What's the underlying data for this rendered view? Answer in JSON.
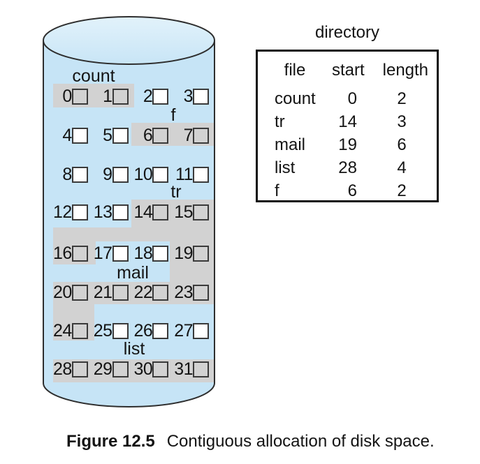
{
  "colors": {
    "disk_fill": "#c6e4f6",
    "disk_top_gradient_start": "#e2f2fb",
    "disk_top_gradient_end": "#c8e5f6",
    "allocated_gray": "#d2d2d2",
    "outline": "#2e2e2e",
    "text": "#141414"
  },
  "disk": {
    "rows": [
      {
        "label": "count",
        "blocks": [
          {
            "n": "0",
            "alloc": true
          },
          {
            "n": "1",
            "alloc": true
          },
          {
            "n": "2",
            "alloc": false
          },
          {
            "n": "3",
            "alloc": false
          }
        ]
      },
      {
        "label": "f",
        "blocks": [
          {
            "n": "4",
            "alloc": false
          },
          {
            "n": "5",
            "alloc": false
          },
          {
            "n": "6",
            "alloc": true
          },
          {
            "n": "7",
            "alloc": true
          }
        ]
      },
      {
        "label": null,
        "blocks": [
          {
            "n": "8",
            "alloc": false
          },
          {
            "n": "9",
            "alloc": false
          },
          {
            "n": "10",
            "alloc": false
          },
          {
            "n": "11",
            "alloc": false
          }
        ]
      },
      {
        "label": "tr",
        "blocks": [
          {
            "n": "12",
            "alloc": false
          },
          {
            "n": "13",
            "alloc": false
          },
          {
            "n": "14",
            "alloc": true
          },
          {
            "n": "15",
            "alloc": true
          }
        ]
      },
      {
        "label": null,
        "blocks": [
          {
            "n": "16",
            "alloc": true
          },
          {
            "n": "17",
            "alloc": false
          },
          {
            "n": "18",
            "alloc": false
          },
          {
            "n": "19",
            "alloc": true
          }
        ]
      },
      {
        "label": "mail",
        "blocks": [
          {
            "n": "20",
            "alloc": true
          },
          {
            "n": "21",
            "alloc": true
          },
          {
            "n": "22",
            "alloc": true
          },
          {
            "n": "23",
            "alloc": true
          }
        ]
      },
      {
        "label": null,
        "blocks": [
          {
            "n": "24",
            "alloc": true
          },
          {
            "n": "25",
            "alloc": false
          },
          {
            "n": "26",
            "alloc": false
          },
          {
            "n": "27",
            "alloc": false
          }
        ]
      },
      {
        "label": "list",
        "blocks": [
          {
            "n": "28",
            "alloc": true
          },
          {
            "n": "29",
            "alloc": true
          },
          {
            "n": "30",
            "alloc": true
          },
          {
            "n": "31",
            "alloc": true
          }
        ]
      }
    ]
  },
  "directory": {
    "title": "directory",
    "columns": {
      "file": "file",
      "start": "start",
      "length": "length"
    },
    "entries": [
      {
        "file": "count",
        "start": "0",
        "length": "2"
      },
      {
        "file": "tr",
        "start": "14",
        "length": "3"
      },
      {
        "file": "mail",
        "start": "19",
        "length": "6"
      },
      {
        "file": "list",
        "start": "28",
        "length": "4"
      },
      {
        "file": "f",
        "start": "6",
        "length": "2"
      }
    ]
  },
  "caption": {
    "label": "Figure 12.5",
    "text": "Contiguous allocation of disk space."
  }
}
